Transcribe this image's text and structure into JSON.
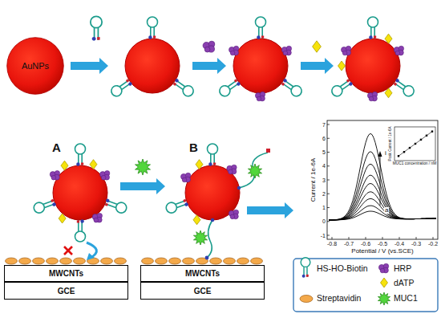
{
  "diagram": {
    "nodes": [
      {
        "text": [
          "AuNPs"
        ]
      },
      {
        "text": [
          "MWCNTs"
        ]
      },
      {
        "text": [
          "GCE"
        ]
      },
      {
        "text": [
          "MWCNTs"
        ]
      },
      {
        "text": [
          "GCE"
        ]
      }
    ],
    "labels": [
      "A",
      "B",
      "Current / 1e-6A",
      "Potential / V (vs.SCE)",
      "-0.8",
      "-0.7",
      "-0.6",
      "-0.5",
      "-0.4",
      "-0.3",
      "-0.2",
      "7",
      "6",
      "5",
      "4",
      "3",
      "2",
      "1",
      "0",
      "-1",
      "i",
      "a",
      "Peak Current / 1e-6A",
      "MUC1 concentration / nM"
    ],
    "legend": [
      {
        "text": "HS-HO-Biotin"
      },
      {
        "text": "HRP"
      },
      {
        "text": "dATP"
      },
      {
        "text": "Streptavidin"
      },
      {
        "text": "MUC1"
      }
    ]
  }
}
